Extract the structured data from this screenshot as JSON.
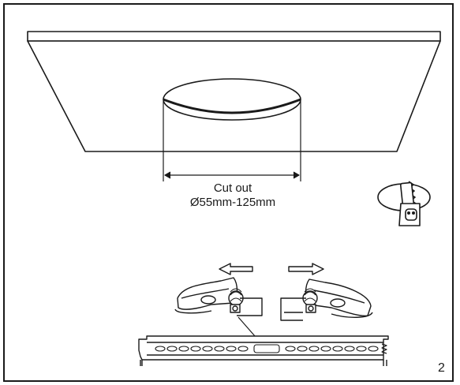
{
  "diagram": {
    "cutout_title": "Cut out",
    "cutout_size": "Ø55mm-125mm",
    "page_number": "2"
  },
  "icons": {
    "saw": "saw-cutting-icon",
    "arrow_left": "arrow-left-icon",
    "arrow_right": "arrow-right-icon"
  },
  "colors": {
    "line": "#1a1a1a",
    "fill": "#ffffff"
  }
}
